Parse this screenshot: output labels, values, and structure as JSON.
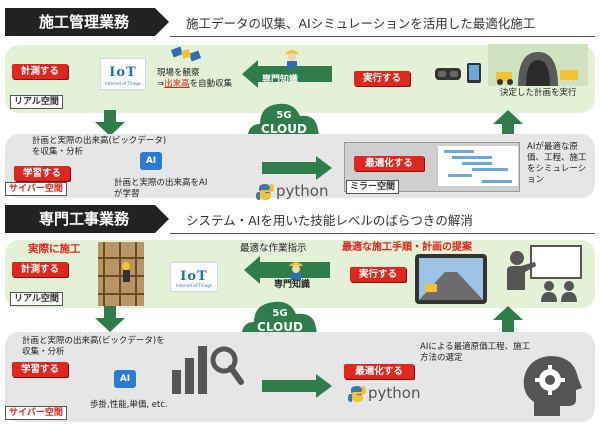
{
  "section1": {
    "title": "施工管理業務",
    "description": "施工データの収集、AIシミュレーションを活用した最適化施工",
    "measure_button": "計測する",
    "iot_label": "IoT",
    "iot_sub": "Internet of Things",
    "site_text": "現場を観察",
    "arrow_symbol": "⇒",
    "auto_collect_prefix": "出来高",
    "auto_collect_suffix": "を自動収集",
    "expert_label": "専門知識",
    "execute_button": "実行する",
    "execute_caption": "決定した計画を実行",
    "real_space": "リアル空間",
    "cloud_top": "5G",
    "cloud_bottom": "CLOUD",
    "collect_text": "計画と実際の出来高(ビックデータ)を収集・分析",
    "learn_button": "学習する",
    "ai_label": "AI",
    "ai_learn_text": "計画と実際の出来高をAIが学習",
    "cyber_space": "サイバー空間",
    "python_label": "python",
    "optimize_button": "最適化する",
    "mirror_space": "ミラー空間",
    "ai_sim_text": "AIが最適な原価、工程、施工をシミュレーション"
  },
  "section2": {
    "title": "専門工事業務",
    "description": "システム・AIを用いた技能レベルのばらつきの解消",
    "actual_label": "実際に施工",
    "measure_button": "計測する",
    "iot_label": "IoT",
    "iot_sub": "Internet of Things",
    "optimal_instruction": "最適な作業指示",
    "expert_label": "専門知識",
    "proposal_text": "最適な施工手順・計画の提案",
    "execute_button": "実行する",
    "real_space": "リアル空間",
    "cloud_top": "5G",
    "cloud_bottom": "CLOUD",
    "collect_text": "計画と実際の出来高(ビックデータ)を収集・分析",
    "learn_button": "学習する",
    "ai_label": "AI",
    "items_text": "歩掛,性能,単価, etc.",
    "optimize_button": "最適化する",
    "python_label": "python",
    "ai_select_text": "AIによる最適原価工程、施工方法の選定",
    "cyber_space": "サイバー空間"
  },
  "colors": {
    "red": "#e0261e",
    "dark_green": "#2e7d4a",
    "light_green_panel": "#e3f1d6",
    "gray_panel": "#e6e6e6",
    "blue": "#2a7bd6"
  }
}
